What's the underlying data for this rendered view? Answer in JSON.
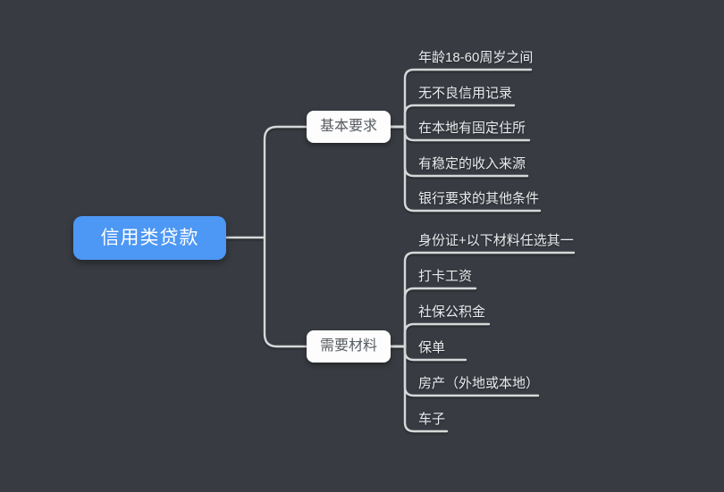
{
  "root": {
    "label": "信用类贷款"
  },
  "branches": [
    {
      "label": "基本要求",
      "children": [
        "年龄18-60周岁之间",
        "无不良信用记录",
        "在本地有固定住所",
        "有稳定的收入来源",
        "银行要求的其他条件"
      ]
    },
    {
      "label": "需要材料",
      "children": [
        "身份证+以下材料任选其一",
        "打卡工资",
        "社保公积金",
        "保单",
        "房产（外地或本地）",
        "车子"
      ]
    }
  ],
  "colors": {
    "background": "#383c42",
    "root_node_fill": "#4d97f5",
    "root_node_text": "#ffffff",
    "branch_node_fill": "#fdfdfd",
    "branch_node_text": "#575c61",
    "connector_line": "#d6d7d8",
    "leaf_text": "#e9ebed"
  }
}
